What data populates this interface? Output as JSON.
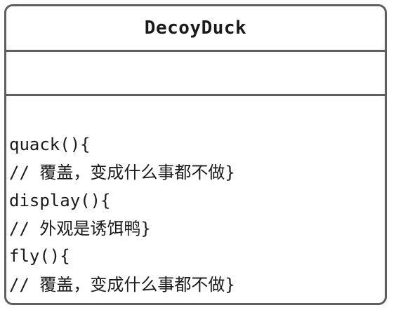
{
  "uml_class": {
    "name": "DecoyDuck",
    "attributes": [],
    "methods": [
      "quack(){",
      "// 覆盖，变成什么事都不做}",
      "display(){",
      "// 外观是诱饵鸭}",
      "fly(){",
      "// 覆盖，变成什么事都不做}"
    ]
  }
}
